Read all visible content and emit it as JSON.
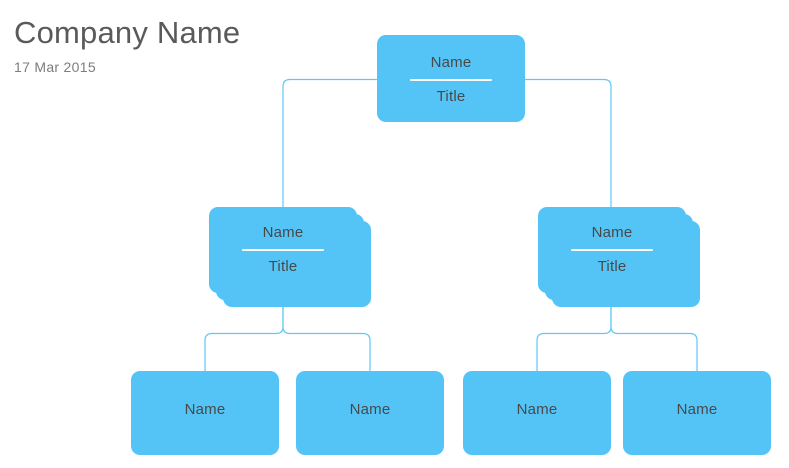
{
  "header": {
    "title": "Company Name",
    "date": "17 Mar 2015"
  },
  "theme": {
    "node_fill": "#54c4f7",
    "connector_color": "#5fc8f7",
    "node_text_color": "#494949",
    "title_color": "#5a5a5a",
    "date_color": "#7d7d7d",
    "background": "#ffffff",
    "divider_color": "#ffffff"
  },
  "chart_type": "org-chart",
  "nodes": {
    "root": {
      "name": "Name",
      "title": "Title",
      "has_divider": true,
      "stacked": false
    },
    "mid_left": {
      "name": "Name",
      "title": "Title",
      "has_divider": true,
      "stacked": true,
      "stack_count": 3
    },
    "mid_right": {
      "name": "Name",
      "title": "Title",
      "has_divider": true,
      "stacked": true,
      "stack_count": 3
    },
    "leaf_1": {
      "name": "Name",
      "has_divider": false,
      "stacked": false
    },
    "leaf_2": {
      "name": "Name",
      "has_divider": false,
      "stacked": false
    },
    "leaf_3": {
      "name": "Name",
      "has_divider": false,
      "stacked": false
    },
    "leaf_4": {
      "name": "Name",
      "has_divider": false,
      "stacked": false
    }
  }
}
